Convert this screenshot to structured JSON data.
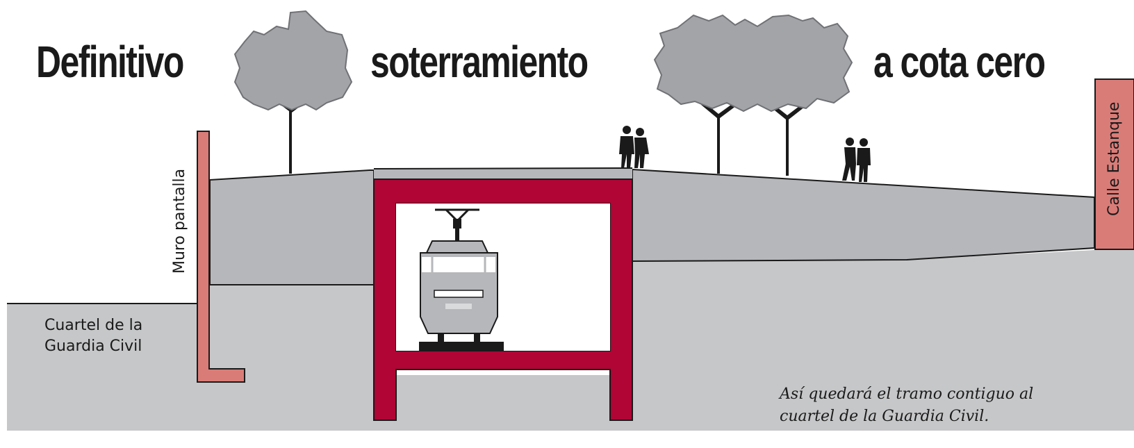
{
  "title": {
    "word1": "Definitivo",
    "word2": "soterramiento",
    "word3": "a cota cero"
  },
  "labels": {
    "muro": "Muro pantalla",
    "calle": "Calle Estanque",
    "cuartel_line1": "Cuartel de la",
    "cuartel_line2": "Guardia Civil"
  },
  "caption": {
    "line1": "Así quedará el tramo contiguo al",
    "line2": "cuartel de la Guardia Civil."
  },
  "colors": {
    "ground_dark": "#b6b7ba",
    "ground_light": "#c6c7c9",
    "tunnel": "#b00535",
    "wall": "#d97c78",
    "tree_canopy": "#a3a4a7",
    "outline": "#1a1a1a"
  },
  "icons": [
    "tree-icon",
    "people-icon",
    "tram-icon"
  ]
}
